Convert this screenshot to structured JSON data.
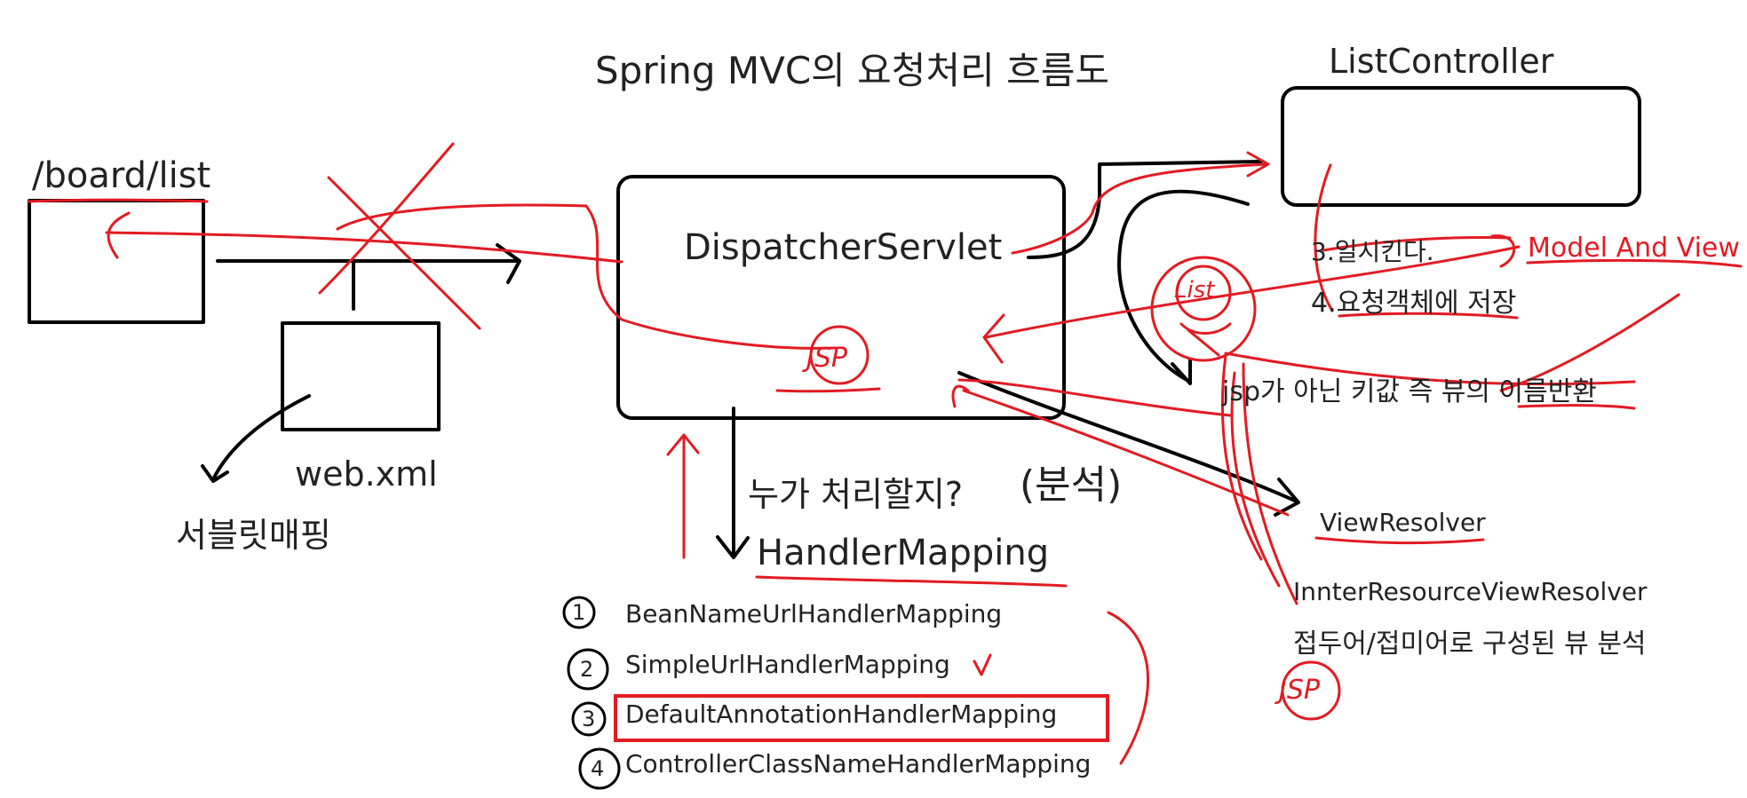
{
  "diagram": {
    "title": "Spring MVC의 요청처리 흐름도",
    "request_url": "/board/list",
    "web_xml": "web.xml",
    "servlet_mapping": "서블릿매핑",
    "dispatcher": "DispatcherServlet",
    "controller": "ListController",
    "question": "누가 처리할지?",
    "question_note": "(분석)",
    "handler_mapping": "HandlerMapping",
    "mappings": [
      {
        "num": "1",
        "name": "BeanNameUrlHandlerMapping"
      },
      {
        "num": "2",
        "name": "SimpleUrlHandlerMapping"
      },
      {
        "num": "3",
        "name": "DefaultAnnotationHandlerMapping"
      },
      {
        "num": "4",
        "name": "ControllerClassNameHandlerMapping"
      }
    ],
    "step3": "3.일시킨다.",
    "model_and_view": "Model And View",
    "step4": "4.요청객체에 저장",
    "view_name_note": "jsp가 아닌 키값 즉 뷰의 이름반환",
    "view_resolver": "ViewResolver",
    "internal_resolver": "InnterResourceViewResolver",
    "prefix_suffix_note": "접두어/접미어로 구성된 뷰 분석",
    "jsp_mark": "JSP",
    "list_mark": "List"
  },
  "colors": {
    "ink": "#000000",
    "pen": "#e31b23",
    "text": "#222222"
  }
}
